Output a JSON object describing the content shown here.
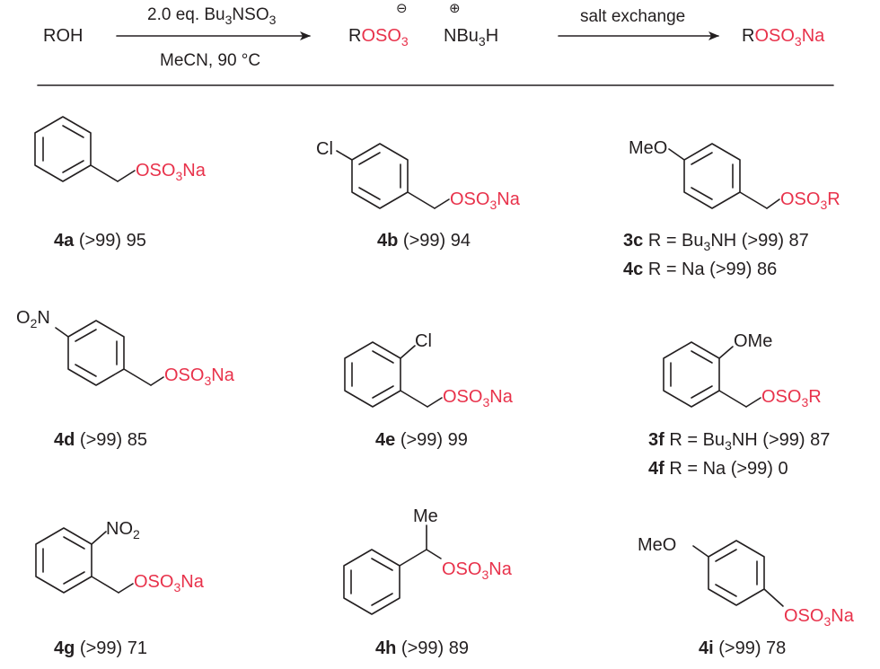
{
  "colors": {
    "ink": "#231f20",
    "accent": "#e8324b"
  },
  "scheme": {
    "reactant": "ROH",
    "arrow1_top": [
      "2.0 eq. Bu",
      "3",
      "NSO",
      "3"
    ],
    "arrow1_bottom": "MeCN, 90 °C",
    "intermediate": {
      "r": "R",
      "anion": [
        "OSO",
        "3"
      ],
      "cation": [
        "NBu",
        "3",
        "H"
      ],
      "minus": "⊖",
      "plus": "⊕"
    },
    "arrow2_top": "salt exchange",
    "product": {
      "r": "R",
      "group": [
        "OSO",
        "3",
        "Na"
      ]
    }
  },
  "compounds": [
    {
      "id": "4a",
      "label": "(>99) 95",
      "substituent": "",
      "group": [
        "OSO",
        "3",
        "Na"
      ]
    },
    {
      "id": "4b",
      "label": "(>99) 94",
      "substituent": "Cl",
      "group": [
        "OSO",
        "3",
        "Na"
      ]
    },
    {
      "id": "3c/4c",
      "substituent": "MeO",
      "group": [
        "OSO",
        "3",
        "R"
      ],
      "lines": [
        {
          "id": "3c",
          "pre": "R = Bu",
          "sub": "3",
          "post": "NH (>99) 87"
        },
        {
          "id": "4c",
          "pre": "R = Na (>99) 86",
          "sub": "",
          "post": ""
        }
      ]
    },
    {
      "id": "4d",
      "label": "(>99) 85",
      "substituent": [
        "O",
        "2",
        "N"
      ],
      "group": [
        "OSO",
        "3",
        "Na"
      ]
    },
    {
      "id": "4e",
      "label": "(>99) 99",
      "substituent": "Cl",
      "group": [
        "OSO",
        "3",
        "Na"
      ]
    },
    {
      "id": "3f/4f",
      "substituent": "OMe",
      "group": [
        "OSO",
        "3",
        "R"
      ],
      "lines": [
        {
          "id": "3f",
          "pre": "R = Bu",
          "sub": "3",
          "post": "NH (>99) 87"
        },
        {
          "id": "4f",
          "pre": "R = Na (>99) 0",
          "sub": "",
          "post": ""
        }
      ]
    },
    {
      "id": "4g",
      "label": "(>99) 71",
      "substituent": [
        "NO",
        "2"
      ],
      "group": [
        "OSO",
        "3",
        "Na"
      ]
    },
    {
      "id": "4h",
      "label": "(>99) 89",
      "substituent": "Me",
      "group": [
        "OSO",
        "3",
        "Na"
      ]
    },
    {
      "id": "4i",
      "label": "(>99) 78",
      "substituent": "MeO",
      "group": [
        "OSO",
        "3",
        "Na"
      ]
    }
  ]
}
